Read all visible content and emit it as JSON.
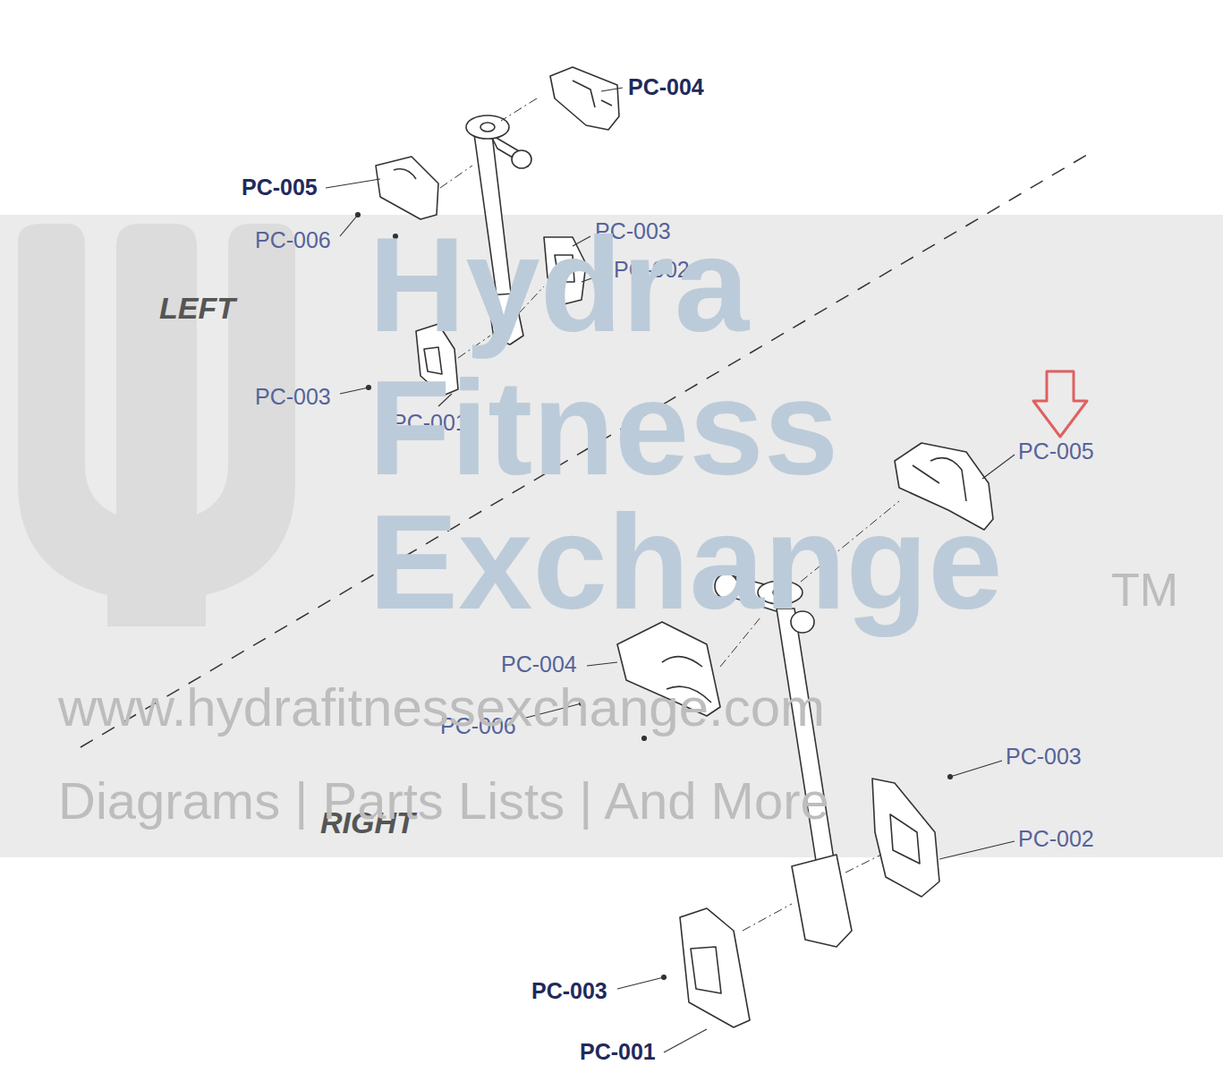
{
  "diagram": {
    "labels": [
      "PC-004",
      "PC-005",
      "PC-006",
      "PC-003",
      "PC-002",
      "LEFT",
      "PC-003",
      "PC-001",
      "PC-005",
      "PC-004",
      "PC-006",
      "PC-003",
      "PC-002",
      "RIGHT",
      "PC-003",
      "PC-001",
      "Hydra",
      "Fitness",
      "Exchange",
      "TM",
      "www.hydrafitnessexchange.com",
      "Diagrams | Parts Lists | And More"
    ]
  }
}
